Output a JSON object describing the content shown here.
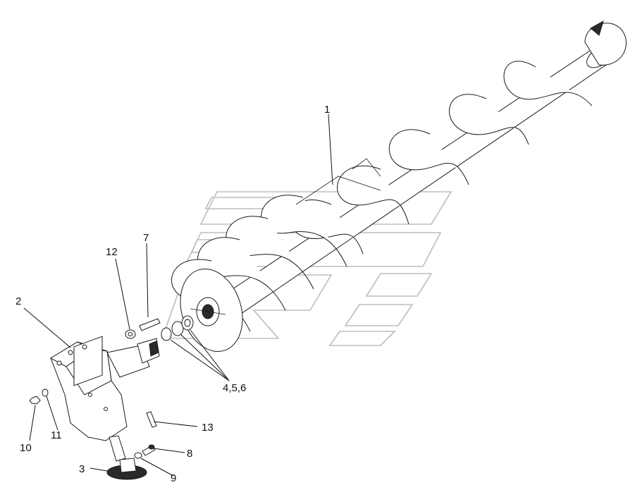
{
  "callouts": [
    {
      "id": "auger",
      "label": "1"
    },
    {
      "id": "gearbox",
      "label": "2"
    },
    {
      "id": "sprocket",
      "label": "3"
    },
    {
      "id": "washers",
      "label": "4,5,6"
    },
    {
      "id": "pin",
      "label": "7"
    },
    {
      "id": "bolt",
      "label": "8"
    },
    {
      "id": "nut-small",
      "label": "9"
    },
    {
      "id": "nut",
      "label": "10"
    },
    {
      "id": "lock-washer",
      "label": "11"
    },
    {
      "id": "washer",
      "label": "12"
    },
    {
      "id": "key",
      "label": "13"
    }
  ],
  "colors": {
    "line": "#1a1a1a",
    "watermark": "#bdbdbd",
    "background": "#ffffff"
  }
}
